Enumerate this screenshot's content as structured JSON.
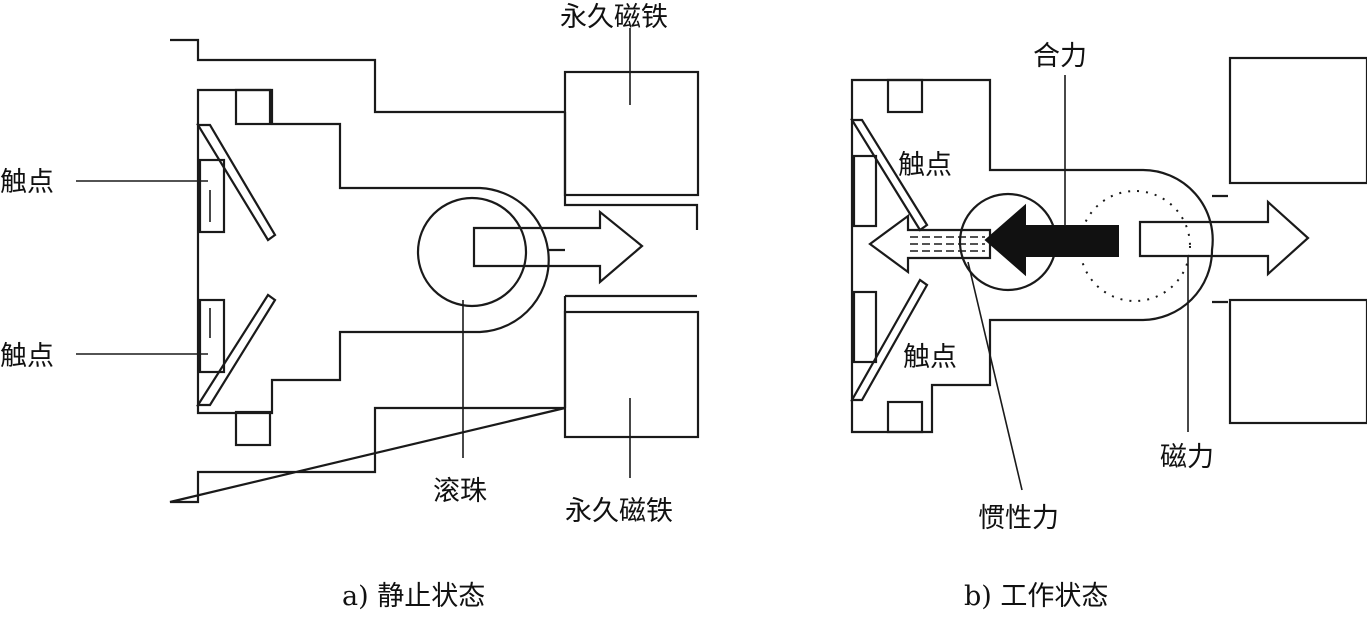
{
  "panel_a": {
    "labels": {
      "magnet_top": "永久磁铁",
      "contact_upper": "触点",
      "contact_lower": "触点",
      "ball": "滚珠",
      "magnet_bottom": "永久磁铁"
    },
    "caption": "a) 静止状态"
  },
  "panel_b": {
    "labels": {
      "resultant": "合力",
      "contact_upper": "触点",
      "contact_lower": "触点",
      "inertia": "惯性力",
      "magnetic": "磁力"
    },
    "caption": "b) 工作状态"
  }
}
